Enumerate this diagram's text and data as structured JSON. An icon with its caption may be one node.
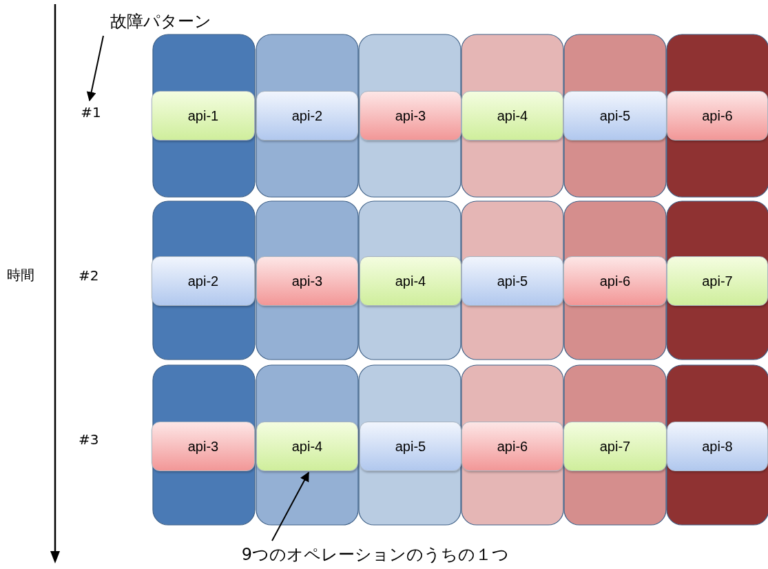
{
  "diagram": {
    "nodes": [
      {
        "text": [
          "故障パターン"
        ]
      },
      {
        "text": [
          "#1"
        ]
      },
      {
        "text": [
          "api-1"
        ]
      },
      {
        "text": [
          "api-2"
        ]
      },
      {
        "text": [
          "api-3"
        ]
      },
      {
        "text": [
          "api-4"
        ]
      },
      {
        "text": [
          "api-5"
        ]
      },
      {
        "text": [
          "api-6"
        ]
      },
      {
        "text": [
          "api-2"
        ]
      },
      {
        "text": [
          "api-3"
        ]
      },
      {
        "text": [
          "api-4"
        ]
      },
      {
        "text": [
          "api-5"
        ]
      },
      {
        "text": [
          "api-6"
        ]
      },
      {
        "text": [
          "api-7"
        ]
      },
      {
        "text": [
          "api-3"
        ]
      },
      {
        "text": [
          "api-4"
        ]
      },
      {
        "text": [
          "api-5"
        ]
      },
      {
        "text": [
          "api-6"
        ]
      },
      {
        "text": [
          "api-7"
        ]
      },
      {
        "text": [
          "api-8"
        ]
      },
      {
        "text": [
          "9つのオペレーションのうちの１つ"
        ]
      }
    ],
    "edges": [
      {
        "from": 0,
        "to": 1,
        "arrow": "to"
      },
      {
        "from": 20,
        "to": 15,
        "arrow": "to"
      }
    ],
    "labels": [
      "時間",
      "#2",
      "#3"
    ]
  }
}
